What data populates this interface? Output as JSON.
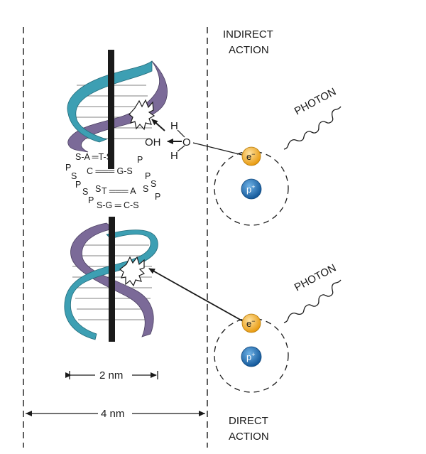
{
  "labels": {
    "indirect_line1": "INDIRECT",
    "indirect_line2": "ACTION",
    "direct_line1": "DIRECT",
    "direct_line2": "ACTION",
    "photon_top": "PHOTON",
    "photon_bottom": "PHOTON",
    "scale_2nm": "2 nm",
    "scale_4nm": "4 nm"
  },
  "water": {
    "h_top": "H",
    "h_bottom": "H",
    "o": "O",
    "oh": "OH"
  },
  "atom": {
    "electron": "e",
    "electron_sup": "−",
    "proton": "p",
    "proton_sup": "+"
  },
  "base_pairs": {
    "row1": "S-A ═T-S",
    "row2": "C ═══ G-S",
    "row3": "T ═══ A",
    "row4": "S-G ═ C-S",
    "p": "P",
    "s": "S"
  },
  "colors": {
    "strand_blue": "#3d9fb3",
    "strand_purple": "#7b6a98",
    "electron": "#f2a81d",
    "proton": "#1f6fb5",
    "axis": "#1a1a1a"
  }
}
